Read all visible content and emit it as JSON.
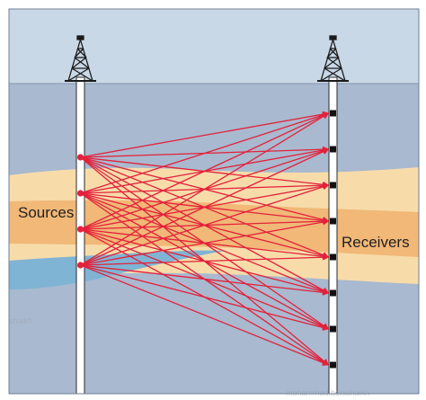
{
  "diagram": {
    "labels": {
      "sources": "Sources",
      "receivers": "Receivers"
    },
    "watermark_left": "shaikh",
    "watermark_bottom": "mohammad.benishaikh",
    "source_count": 4,
    "receiver_count": 8,
    "colors": {
      "sky": "#c9d8e6",
      "subsurface": "#a9b9cf",
      "sand_light": "#f7dcaa",
      "sand_orange": "#f1b877",
      "water_blue": "#7fb4d4",
      "well": "#ffffff",
      "ray": "#e3213b",
      "receiver_marker": "#111111"
    }
  }
}
